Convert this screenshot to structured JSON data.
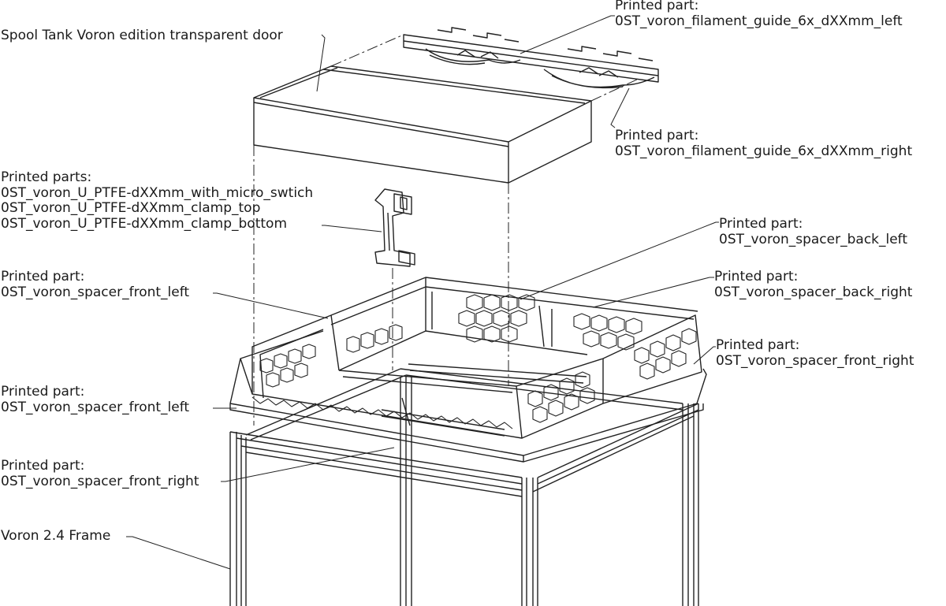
{
  "labels": {
    "door": {
      "lines": [
        "Spool Tank Voron edition transparent door"
      ]
    },
    "guide_left": {
      "lines": [
        "Printed part:",
        "0ST_voron_filament_guide_6x_dXXmm_left"
      ]
    },
    "guide_right": {
      "lines": [
        "Printed part:",
        "0ST_voron_filament_guide_6x_dXXmm_right"
      ]
    },
    "ptfe": {
      "lines": [
        "Printed parts:",
        "0ST_voron_U_PTFE-dXXmm_with_micro_swtich",
        "0ST_voron_U_PTFE-dXXmm_clamp_top",
        "0ST_voron_U_PTFE-dXXmm_clamp_bottom"
      ]
    },
    "spacer_back_left": {
      "lines": [
        "Printed part:",
        "0ST_voron_spacer_back_left"
      ]
    },
    "spacer_back_right": {
      "lines": [
        "Printed part:",
        "0ST_voron_spacer_back_right"
      ]
    },
    "spacer_front_left_top": {
      "lines": [
        "Printed part:",
        "0ST_voron_spacer_front_left"
      ]
    },
    "spacer_front_right_top": {
      "lines": [
        "Printed part:",
        "0ST_voron_spacer_front_right"
      ]
    },
    "spacer_front_left_bottom": {
      "lines": [
        "Printed part:",
        "0ST_voron_spacer_front_left"
      ]
    },
    "spacer_front_right_bottom": {
      "lines": [
        "Printed part:",
        "0ST_voron_spacer_front_right"
      ]
    },
    "frame": {
      "lines": [
        "Voron 2.4 Frame"
      ]
    }
  }
}
